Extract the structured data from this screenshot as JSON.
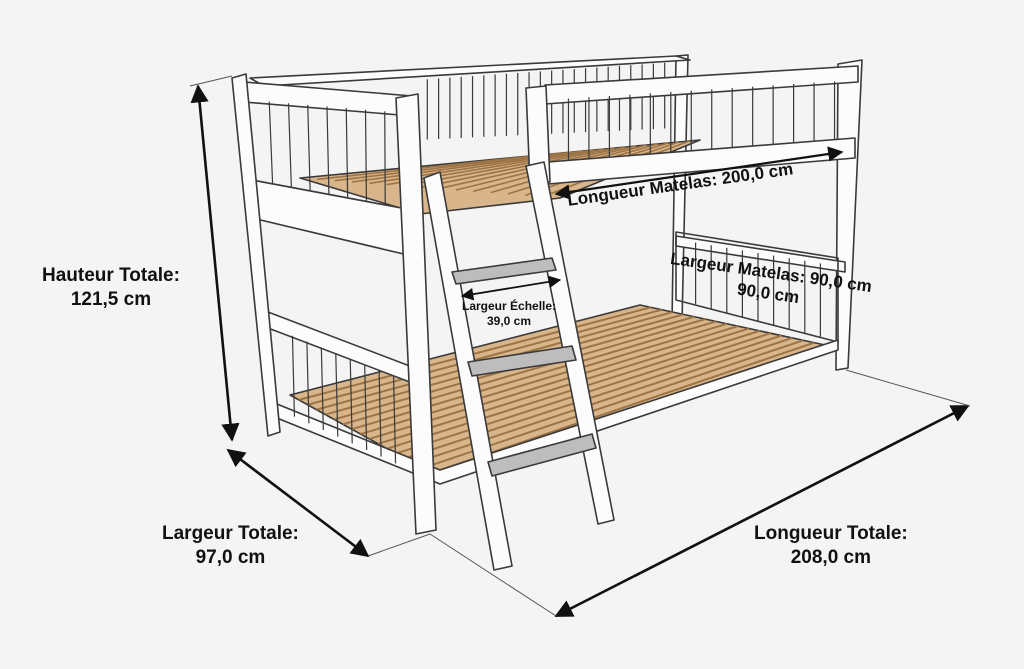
{
  "dimensions": {
    "total_height": {
      "label": "Hauteur Totale:",
      "value": "121,5 cm"
    },
    "total_width": {
      "label": "Largeur Totale:",
      "value": "97,0 cm"
    },
    "total_length": {
      "label": "Longueur Totale:",
      "value": "208,0 cm"
    },
    "mattress_length": {
      "label": "Longueur Matelas: 200,0 cm"
    },
    "mattress_width": {
      "label": "Largeur Matelas: 90,0 cm",
      "value": "90,0 cm"
    },
    "ladder_width": {
      "label": "Largeur Échelle:",
      "value": "39,0 cm"
    }
  },
  "colors": {
    "frame": "#fcfcfc",
    "outline": "#3a3a3a",
    "slat": "#c79f6b",
    "slat_dark": "#9d7446",
    "step": "#bdbdbd",
    "arrow": "#111111"
  }
}
